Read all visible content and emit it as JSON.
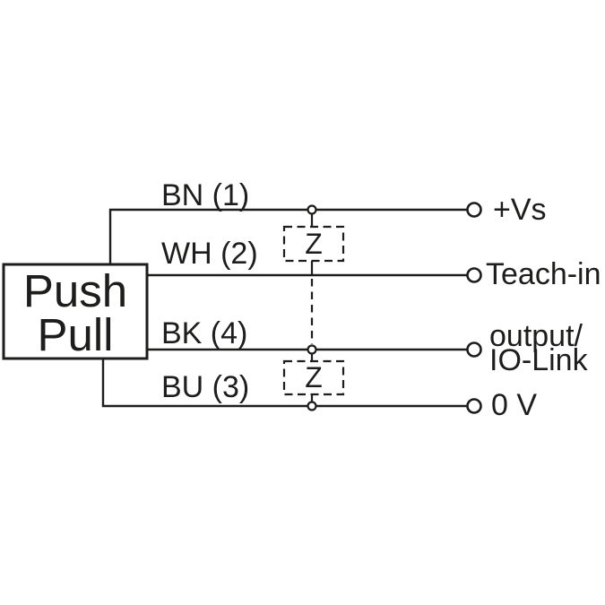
{
  "colors": {
    "background": "#ffffff",
    "ink": "#1d1d1b"
  },
  "device_box": {
    "line1": "Push",
    "line2": "Pull"
  },
  "wires": [
    {
      "label": "BN (1)",
      "terminal": "+Vs"
    },
    {
      "label": "WH (2)",
      "terminal": "Teach-in"
    },
    {
      "label": "BK (4)",
      "terminal_line1": "output/",
      "terminal_line2": "IO-Link"
    },
    {
      "label": "BU (3)",
      "terminal": "0 V"
    }
  ],
  "suppressors": [
    {
      "label": "Z"
    },
    {
      "label": "Z"
    }
  ]
}
